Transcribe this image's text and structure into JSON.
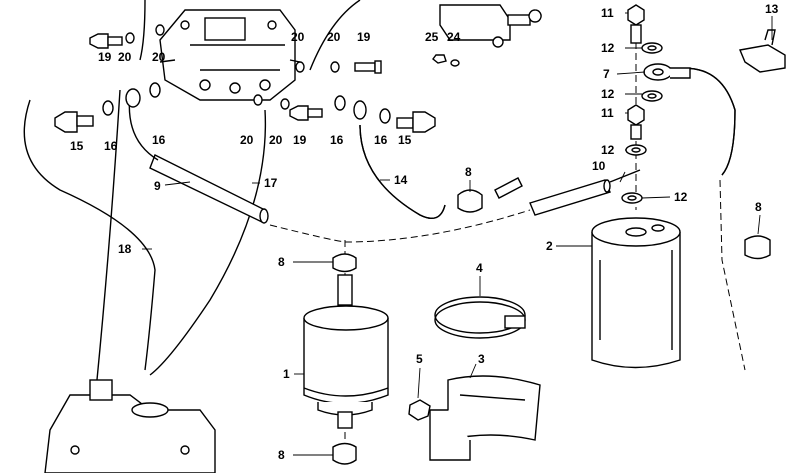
{
  "colors": {
    "ink": "#000000",
    "paper": "#ffffff"
  },
  "callouts": {
    "c1": "1",
    "c2": "2",
    "c3": "3",
    "c4": "4",
    "c5": "5",
    "c7": "7",
    "c8_top": "8",
    "c8_right": "8",
    "c8_mid": "8",
    "c8_bottom": "8",
    "c9": "9",
    "c10": "10",
    "c11_top": "11",
    "c11_mid": "11",
    "c12_a": "12",
    "c12_b": "12",
    "c12_c": "12",
    "c12_d": "12",
    "c13": "13",
    "c14": "14",
    "c15_left": "15",
    "c15_right": "15",
    "c16_a": "16",
    "c16_b": "16",
    "c16_c": "16",
    "c16_d": "16",
    "c17": "17",
    "c18": "18",
    "c19_top": "19",
    "c19_left": "19",
    "c19_mid": "19",
    "c20_a": "20",
    "c20_b": "20",
    "c20_c": "20",
    "c20_d": "20",
    "c20_e": "20",
    "c20_f": "20",
    "c24": "24",
    "c25": "25"
  }
}
